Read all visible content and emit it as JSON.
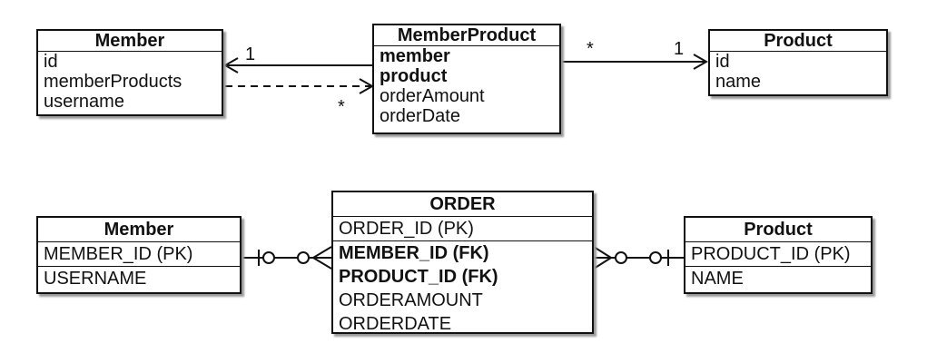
{
  "class_diagram": {
    "member": {
      "title": "Member",
      "fields": [
        "id",
        "memberProducts",
        "username"
      ]
    },
    "member_product": {
      "title": "MemberProduct",
      "bold_fields": [
        "member",
        "product"
      ],
      "fields": [
        "orderAmount",
        "orderDate"
      ]
    },
    "product": {
      "title": "Product",
      "fields": [
        "id",
        "name"
      ]
    },
    "multiplicities": {
      "member_one": "1",
      "member_many": "*",
      "product_many": "*",
      "product_one": "1"
    }
  },
  "erd": {
    "member": {
      "title": "Member",
      "pk": "MEMBER_ID (PK)",
      "fields": [
        "USERNAME"
      ]
    },
    "order": {
      "title": "ORDER",
      "pk": "ORDER_ID (PK)",
      "fk": [
        "MEMBER_ID (FK)",
        "PRODUCT_ID (FK)"
      ],
      "fields": [
        "ORDERAMOUNT",
        "ORDERDATE"
      ]
    },
    "product": {
      "title": "Product",
      "pk": "PRODUCT_ID (PK)",
      "fields": [
        "NAME"
      ]
    }
  }
}
